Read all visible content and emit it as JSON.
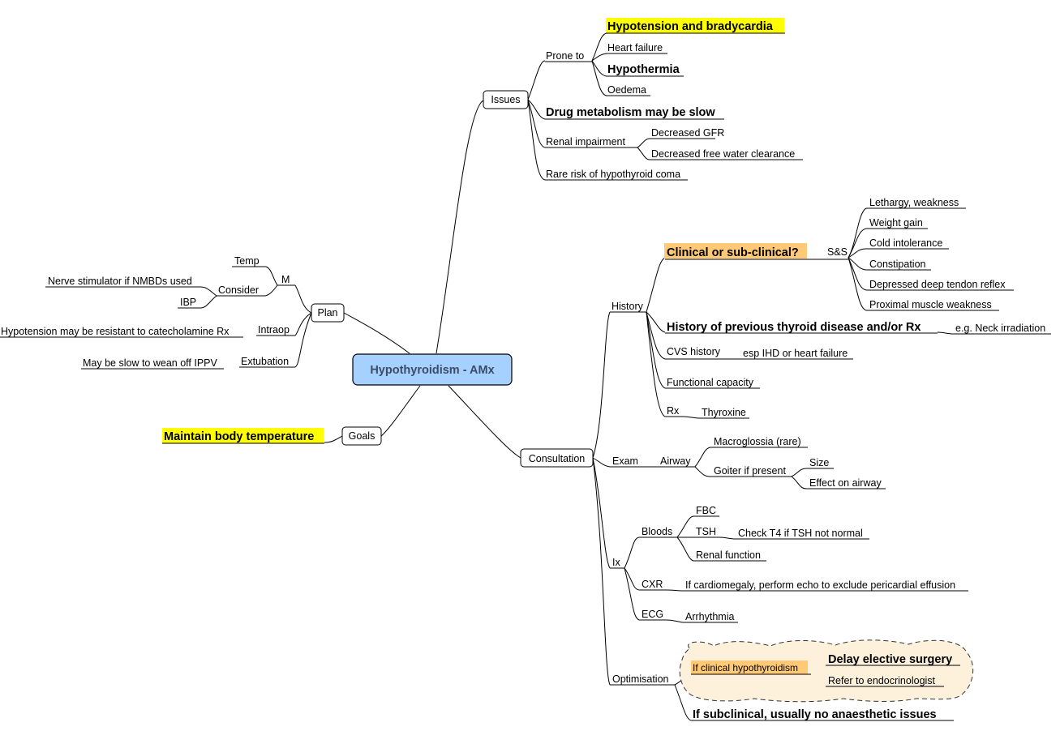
{
  "central": {
    "label": "Hypothyroidism - AMx"
  },
  "colors": {
    "central": "#a6d1ff",
    "highlight_yellow": "#ffff00",
    "highlight_orange": "#ffc976",
    "boundary": "#fdf1dc"
  },
  "issues": {
    "label": "Issues",
    "prone_to": {
      "label": "Prone to",
      "items": [
        "Hypotension and bradycardia",
        "Heart failure",
        "Hypothermia",
        "Oedema"
      ]
    },
    "drug_metabolism": "Drug metabolism may be slow",
    "renal": {
      "label": "Renal impairment",
      "items": [
        "Decreased GFR",
        "Decreased free water clearance"
      ]
    },
    "coma": "Rare risk of hypothyroid coma"
  },
  "plan": {
    "label": "Plan",
    "m": {
      "label": "M",
      "temp": "Temp",
      "consider": {
        "label": "Consider",
        "items": [
          "Nerve stimulator if NMBDs used",
          "IBP"
        ]
      }
    },
    "intraop": {
      "label": "Intraop",
      "item": "Hypotension may be resistant to catecholamine Rx"
    },
    "extubation": {
      "label": "Extubation",
      "item": "May be slow to wean off IPPV"
    }
  },
  "goals": {
    "label": "Goals",
    "item": "Maintain body temperature"
  },
  "consultation": {
    "label": "Consultation",
    "history": {
      "label": "History",
      "clinical": "Clinical or sub-clinical?",
      "ss": {
        "label": "S&S",
        "items": [
          "Lethargy, weakness",
          "Weight gain",
          "Cold intolerance",
          "Constipation",
          "Depressed deep tendon reflex",
          "Proximal muscle weakness"
        ]
      },
      "previous": {
        "label": "History of previous thyroid disease and/or Rx",
        "item": "e.g. Neck irradiation"
      },
      "cvs": {
        "label": "CVS history",
        "item": "esp IHD or heart failure"
      },
      "functional": "Functional capacity",
      "rx": {
        "label": "Rx",
        "item": "Thyroxine"
      }
    },
    "exam": {
      "label": "Exam",
      "airway": {
        "label": "Airway",
        "macroglossia": "Macroglossia (rare)",
        "goiter": {
          "label": "Goiter if present",
          "items": [
            "Size",
            "Effect on airway"
          ]
        }
      }
    },
    "ix": {
      "label": "Ix",
      "bloods": {
        "label": "Bloods",
        "fbc": "FBC",
        "tsh": {
          "label": "TSH",
          "item": "Check T4 if TSH not normal"
        },
        "renal": "Renal function"
      },
      "cxr": {
        "label": "CXR",
        "item": "If cardiomegaly, perform echo to exclude pericardial effusion"
      },
      "ecg": {
        "label": "ECG",
        "item": "Arrhythmia"
      }
    },
    "optimisation": {
      "label": "Optimisation",
      "clinical": {
        "label": "If clinical hypothyroidism",
        "items": [
          "Delay elective surgery",
          "Refer to endocrinologist"
        ]
      },
      "subclinical": "If subclinical, usually no anaesthetic issues"
    }
  }
}
